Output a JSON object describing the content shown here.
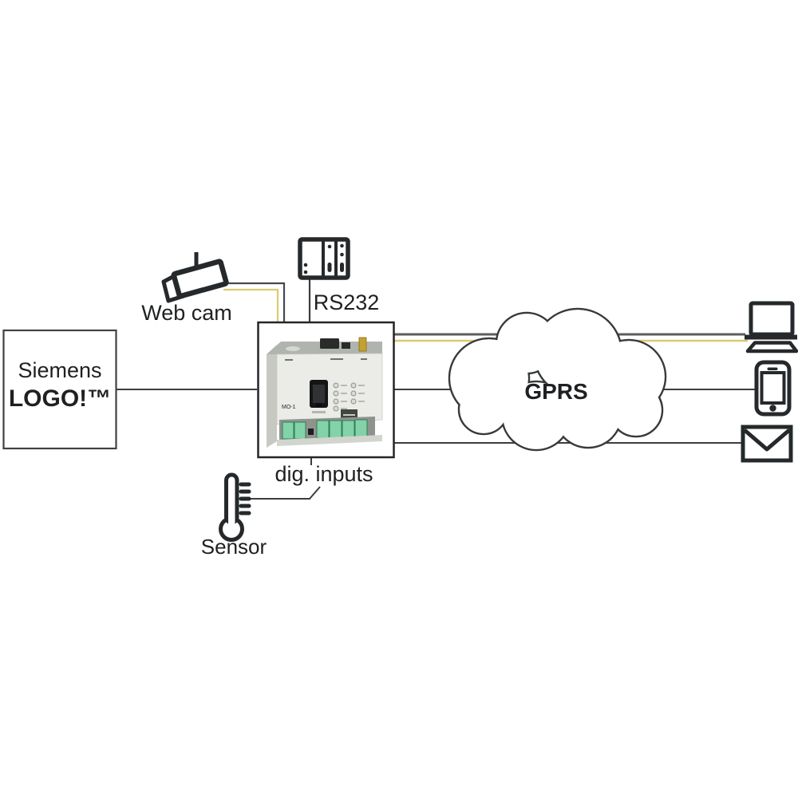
{
  "diagram": {
    "type": "gprs-remote-monitoring-topology",
    "nodes": {
      "siemens": {
        "name_line": "Siemens",
        "product_line": "LOGO!™"
      },
      "webcam": {
        "label": "Web cam"
      },
      "serial": {
        "label": "RS232"
      },
      "modem": {
        "model_label": "MO-1"
      },
      "network": {
        "label": "GPRS"
      },
      "inputs": {
        "label": "dig. inputs"
      },
      "sensor": {
        "label": "Sensor"
      }
    },
    "icons": {
      "webcam": "surveillance-camera-icon",
      "serial_device": "din-module-icon",
      "modem": "din-rail-gprs-modem-photo",
      "network": "cloud-icon",
      "laptop": "laptop-icon",
      "smartphone": "smartphone-icon",
      "email": "envelope-icon",
      "sensor": "thermometer-icon"
    },
    "colors": {
      "accent_yellow": "#d9cb72",
      "line_dark": "#3b3d3f",
      "line_gray": "#5b5d5f",
      "icon_ink": "#26292b",
      "terminal_green": "#83d2a8"
    }
  }
}
